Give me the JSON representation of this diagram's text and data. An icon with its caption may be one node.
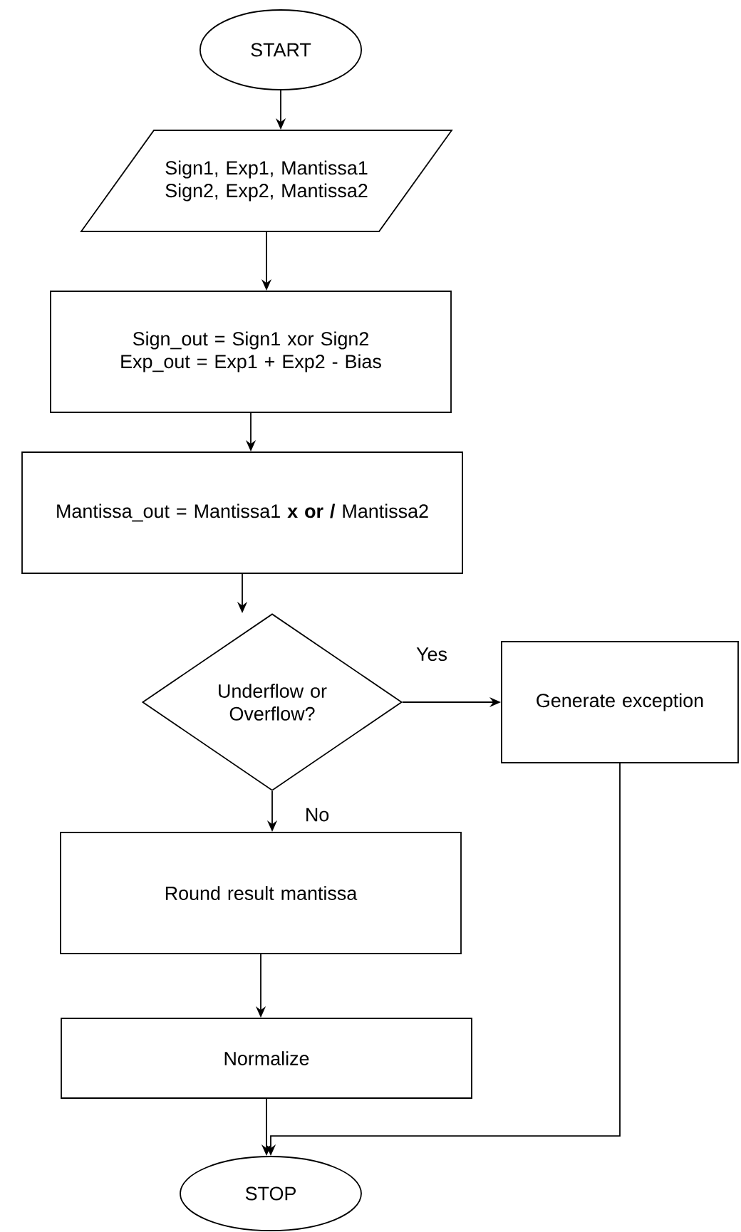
{
  "diagram": {
    "nodes": [
      {
        "text": [
          "START"
        ]
      },
      {
        "text": [
          "Sign1, Exp1, Mantissa1 Sign2, Exp2, Mantissa2"
        ]
      },
      {
        "text": [
          "Sign_out = Sign1 xor Sign2 Exp_out = Exp1 + Exp2 - Bias"
        ]
      },
      {
        "text": [
          "Mantissa_out = Mantissa1 **x or /** Mantissa2"
        ]
      },
      {
        "text": [
          "Underflow or Overflow?"
        ]
      },
      {
        "text": [
          "Generate exception"
        ]
      },
      {
        "text": [
          "Round result mantissa"
        ]
      },
      {
        "text": [
          "Normalize"
        ]
      },
      {
        "text": [
          "STOP"
        ]
      }
    ],
    "edges": [
      {
        "from": 0,
        "to": 1,
        "arrow": "to"
      },
      {
        "from": 1,
        "to": 2,
        "arrow": "to"
      },
      {
        "from": 2,
        "to": 3,
        "arrow": "to"
      },
      {
        "from": 3,
        "to": 4,
        "arrow": "to"
      },
      {
        "from": 4,
        "to": 5,
        "arrow": "to",
        "label": "Yes"
      },
      {
        "from": 4,
        "to": 6,
        "arrow": "to",
        "label": "No"
      },
      {
        "from": 6,
        "to": 7,
        "arrow": "to"
      },
      {
        "from": 7,
        "to": 8,
        "arrow": "to"
      },
      {
        "from": 5,
        "to": 8,
        "arrow": "to"
      }
    ]
  }
}
